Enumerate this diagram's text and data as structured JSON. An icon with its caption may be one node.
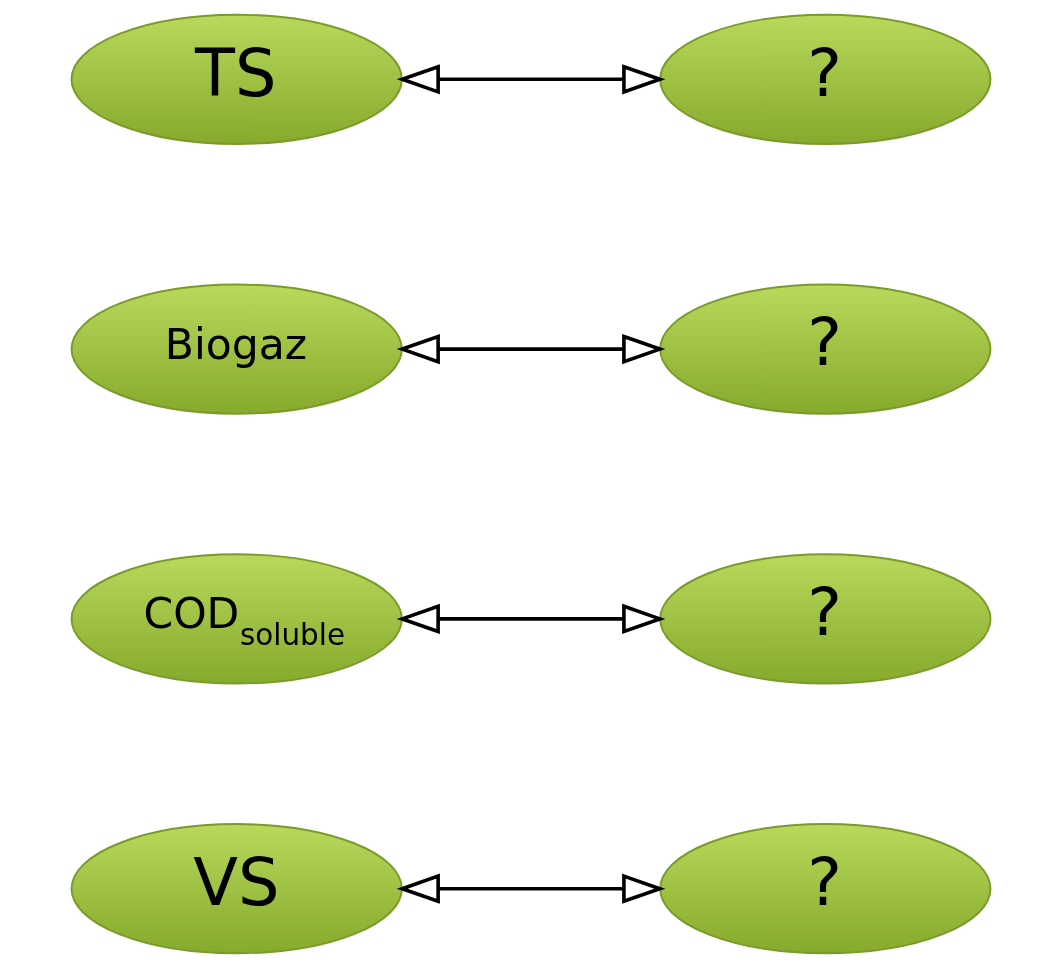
{
  "diagram": {
    "nodes": [
      {
        "text": [
          "VS"
        ]
      },
      {
        "text": [
          "?"
        ]
      },
      {
        "text": [
          "COD$_{soluble}$"
        ]
      },
      {
        "text": [
          "?"
        ]
      },
      {
        "text": [
          "Biogaz"
        ]
      },
      {
        "text": [
          "?"
        ]
      },
      {
        "text": [
          "TS"
        ]
      },
      {
        "text": [
          "?"
        ]
      }
    ],
    "edges": [
      {
        "from": 0,
        "to": 1,
        "arrow": "both"
      },
      {
        "from": 2,
        "to": 3,
        "arrow": "both"
      },
      {
        "from": 4,
        "to": 5,
        "arrow": "both"
      },
      {
        "from": 6,
        "to": 7,
        "arrow": "both"
      }
    ]
  }
}
